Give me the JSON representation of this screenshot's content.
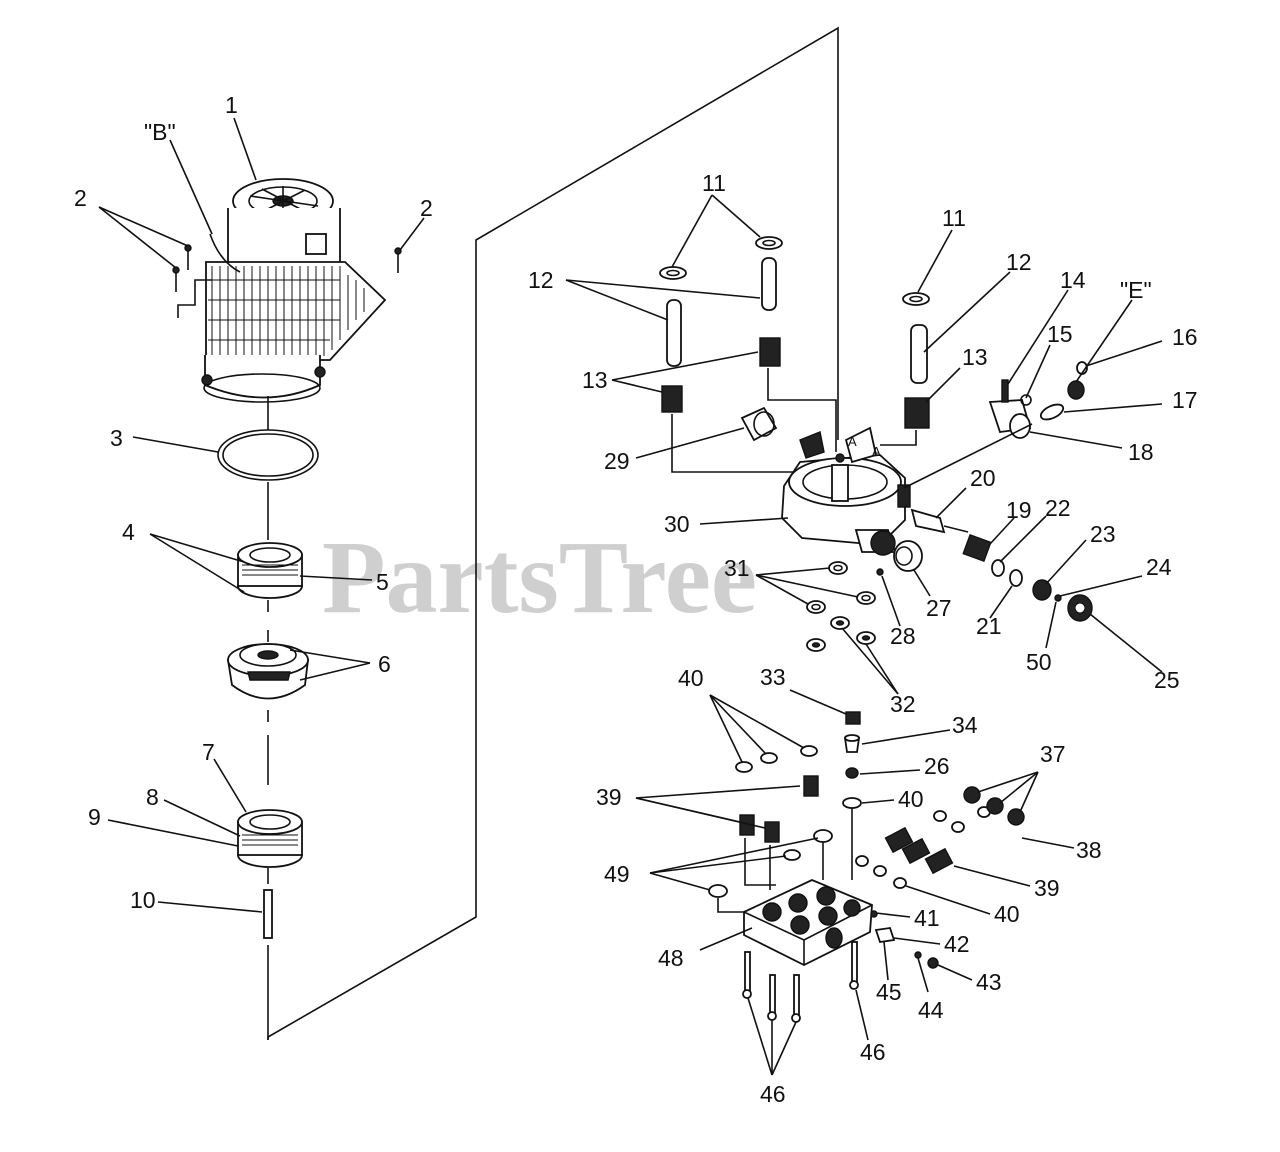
{
  "watermark": "PartsTree",
  "callouts": {
    "c1": "1",
    "cB": "\"B\"",
    "c2a": "2",
    "c2b": "2",
    "c3": "3",
    "c4": "4",
    "c5": "5",
    "c6": "6",
    "c7": "7",
    "c8": "8",
    "c9": "9",
    "c10": "10",
    "c11a": "11",
    "c11b": "11",
    "c12a": "12",
    "c12b": "12",
    "c13a": "13",
    "c13b": "13",
    "c14": "14",
    "c15": "15",
    "cE": "\"E\"",
    "c16": "16",
    "c17": "17",
    "c18": "18",
    "c19": "19",
    "c20": "20",
    "c21": "21",
    "c22": "22",
    "c23": "23",
    "c24": "24",
    "c25": "25",
    "c26": "26",
    "c27": "27",
    "c28": "28",
    "c29": "29",
    "c30": "30",
    "c31": "31",
    "c32": "32",
    "c33": "33",
    "c34": "34",
    "c37": "37",
    "c38": "38",
    "c39a": "39",
    "c39b": "39",
    "c40a": "40",
    "c40b": "40",
    "c40c": "40",
    "c41": "41",
    "c42": "42",
    "c43": "43",
    "c44": "44",
    "c45": "45",
    "c46a": "46",
    "c46b": "46",
    "c48": "48",
    "c49": "49",
    "c50": "50",
    "cA1": "A",
    "cA2": "A"
  }
}
